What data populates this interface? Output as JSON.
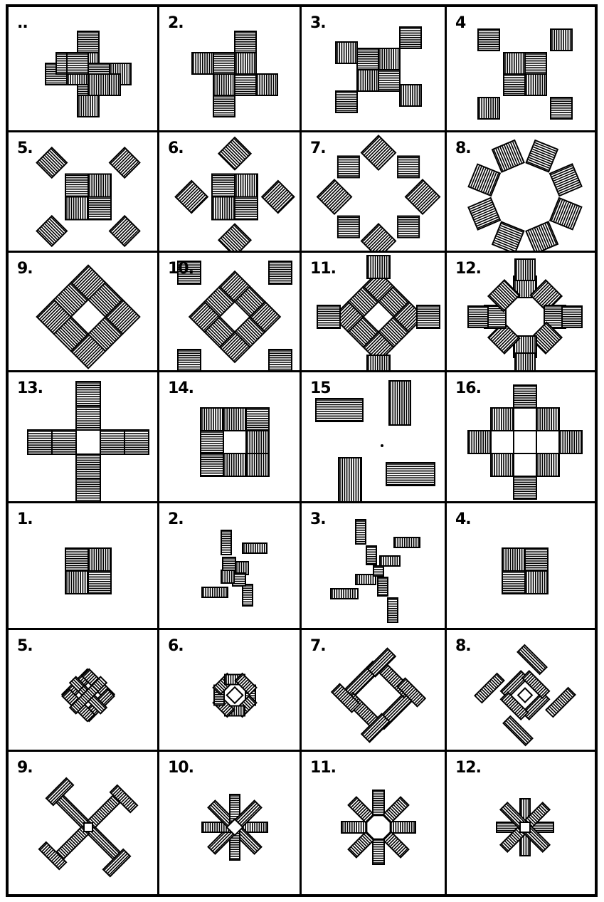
{
  "figures": [
    {
      "label": "..",
      "icon": "cross-plus-tile-icon"
    },
    {
      "label": "2.",
      "icon": "pinwheel-tile-icon"
    },
    {
      "label": "3.",
      "icon": "stepped-swastika-tile-icon"
    },
    {
      "label": "4",
      "icon": "four-corner-tile-icon"
    },
    {
      "label": "5.",
      "icon": "square-with-diamond-corners-icon"
    },
    {
      "label": "6.",
      "icon": "square-with-diamond-arms-icon"
    },
    {
      "label": "7.",
      "icon": "octagonal-ring-diamonds-icon"
    },
    {
      "label": "8.",
      "icon": "octagonal-ring-squares-icon"
    },
    {
      "label": "9.",
      "icon": "diamond-ring-icon"
    },
    {
      "label": "10.",
      "icon": "diamond-ring-corner-squares-icon"
    },
    {
      "label": "11.",
      "icon": "diamond-ring-arm-squares-icon"
    },
    {
      "label": "12.",
      "icon": "octagon-ring-icon"
    },
    {
      "label": "13.",
      "icon": "long-cross-icon"
    },
    {
      "label": "14.",
      "icon": "hollow-square-icon"
    },
    {
      "label": "15",
      "icon": "scattered-bars-icon"
    },
    {
      "label": "16.",
      "icon": "hollow-cross-icon"
    },
    {
      "label": "1.",
      "icon": "small-block-square-icon"
    },
    {
      "label": "2.",
      "icon": "small-swastika-icon"
    },
    {
      "label": "3.",
      "icon": "small-long-swastika-icon"
    },
    {
      "label": "4.",
      "icon": "small-block-square-icon"
    },
    {
      "label": "5.",
      "icon": "woven-diamond-icon"
    },
    {
      "label": "6.",
      "icon": "woven-octagon-icon"
    },
    {
      "label": "7.",
      "icon": "woven-swastika-icon"
    },
    {
      "label": "8.",
      "icon": "woven-open-swastika-icon"
    },
    {
      "label": "9.",
      "icon": "woven-x-hooks-icon"
    },
    {
      "label": "10.",
      "icon": "woven-star-icon"
    },
    {
      "label": "11.",
      "icon": "woven-sunburst-icon"
    },
    {
      "label": "12.",
      "icon": "woven-asterisk-icon"
    }
  ]
}
